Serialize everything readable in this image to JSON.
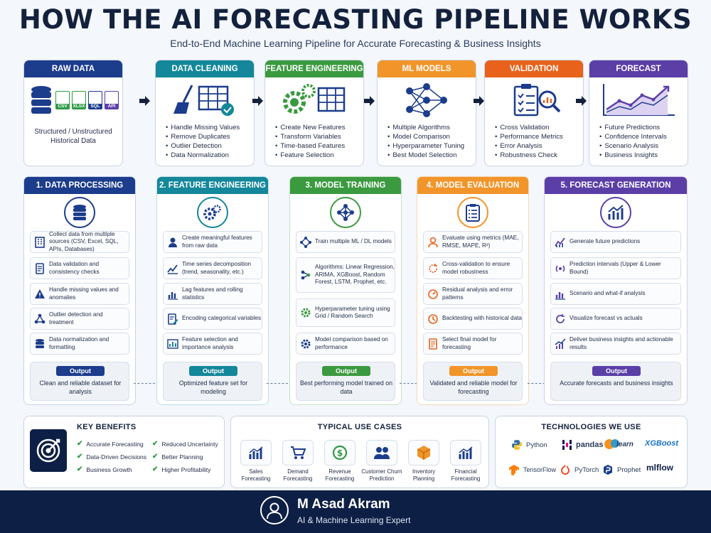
{
  "header": {
    "title": "HOW THE AI FORECASTING PIPELINE WORKS",
    "subtitle": "End-to-End Machine Learning Pipeline for Accurate Forecasting & Business Insights"
  },
  "colors": {
    "navy": "#1c3c8c",
    "teal": "#14879a",
    "green": "#3b9a3f",
    "orange": "#f1952a",
    "deep_orange": "#e8621b",
    "purple": "#5b3fa7"
  },
  "pipeline": [
    {
      "title": "RAW DATA",
      "icon": "database-icon",
      "desc": "Structured / Unstructured Historical Data",
      "files": [
        "CSV",
        "XLSX",
        "SQL",
        "API"
      ]
    },
    {
      "title": "DATA CLEANING",
      "icon": "broom-table-icon",
      "items": [
        "Handle Missing Values",
        "Remove Duplicates",
        "Outlier Detection",
        "Data Normalization"
      ]
    },
    {
      "title": "FEATURE ENGINEERING",
      "icon": "gears-icon",
      "items": [
        "Create New Features",
        "Transform Variables",
        "Time-based Features",
        "Feature Selection"
      ]
    },
    {
      "title": "ML MODELS",
      "icon": "neural-network-icon",
      "items": [
        "Multiple Algorithms",
        "Model Comparison",
        "Hyperparameter Tuning",
        "Best Model Selection"
      ]
    },
    {
      "title": "VALIDATION",
      "icon": "checklist-icon",
      "items": [
        "Cross Validation",
        "Performance Metrics",
        "Error Analysis",
        "Robustness Check"
      ]
    },
    {
      "title": "FORECAST",
      "icon": "line-chart-icon",
      "items": [
        "Future Predictions",
        "Confidence Intervals",
        "Scenario Analysis",
        "Business Insights"
      ]
    }
  ],
  "columns": [
    {
      "title": "1. DATA PROCESSING",
      "items": [
        "Collect data from multiple sources (CSV, Excel, SQL, APIs, Databases)",
        "Data validation and consistency checks",
        "Handle missing values and anomalies",
        "Outlier detection and treatment",
        "Data normalization and formatting"
      ],
      "output_label": "Output",
      "output": "Clean and reliable dataset for analysis"
    },
    {
      "title": "2. FEATURE ENGINEERING",
      "items": [
        "Create meaningful features from raw data",
        "Time series decomposition (trend, seasonality, etc.)",
        "Lag features and rolling statistics",
        "Encoding categorical variables",
        "Feature selection and importance analysis"
      ],
      "output_label": "Output",
      "output": "Optimized feature set for modeling"
    },
    {
      "title": "3. MODEL TRAINING",
      "items": [
        "Train multiple ML / DL models",
        "Algorithms: Linear Regression, ARIMA, XGBoost, Random Forest, LSTM, Prophet, etc.",
        "Hyperparameter tuning using Grid / Random Search",
        "Model comparison based on performance"
      ],
      "output_label": "Output",
      "output": "Best performing model trained on data"
    },
    {
      "title": "4. MODEL EVALUATION",
      "items": [
        "Evaluate using metrics (MAE, RMSE, MAPE, R²)",
        "Cross-validation to ensure model robustness",
        "Residual analysis and error patterns",
        "Backtesting with historical data",
        "Select final model for forecasting"
      ],
      "output_label": "Output",
      "output": "Validated and reliable model for forecasting"
    },
    {
      "title": "5. FORECAST GENERATION",
      "items": [
        "Generate future predictions",
        "Prediction intervals (Upper & Lower Bound)",
        "Scenario and what-if analysis",
        "Visualize forecast vs actuals",
        "Deliver business insights and actionable results"
      ],
      "output_label": "Output",
      "output": "Accurate forecasts and business insights"
    }
  ],
  "benefits": {
    "title": "KEY BENEFITS",
    "items": [
      "Accurate Forecasting",
      "Reduced Uncertainty",
      "Data-Driven Decisions",
      "Better Planning",
      "Business Growth",
      "Higher Profitability"
    ]
  },
  "use_cases": {
    "title": "TYPICAL USE CASES",
    "items": [
      "Sales Forecasting",
      "Demand Forecasting",
      "Revenue Forecasting",
      "Customer Churn Prediction",
      "Inventory Planning",
      "Financial Forecasting"
    ]
  },
  "technologies": {
    "title": "TECHNOLOGIES WE USE",
    "items": [
      "Python",
      "pandas",
      "learn",
      "XGBoost",
      "TensorFlow",
      "PyTorch",
      "Prophet",
      "mlflow"
    ]
  },
  "footer": {
    "name": "M Asad Akram",
    "role": "AI & Machine Learning Expert"
  }
}
